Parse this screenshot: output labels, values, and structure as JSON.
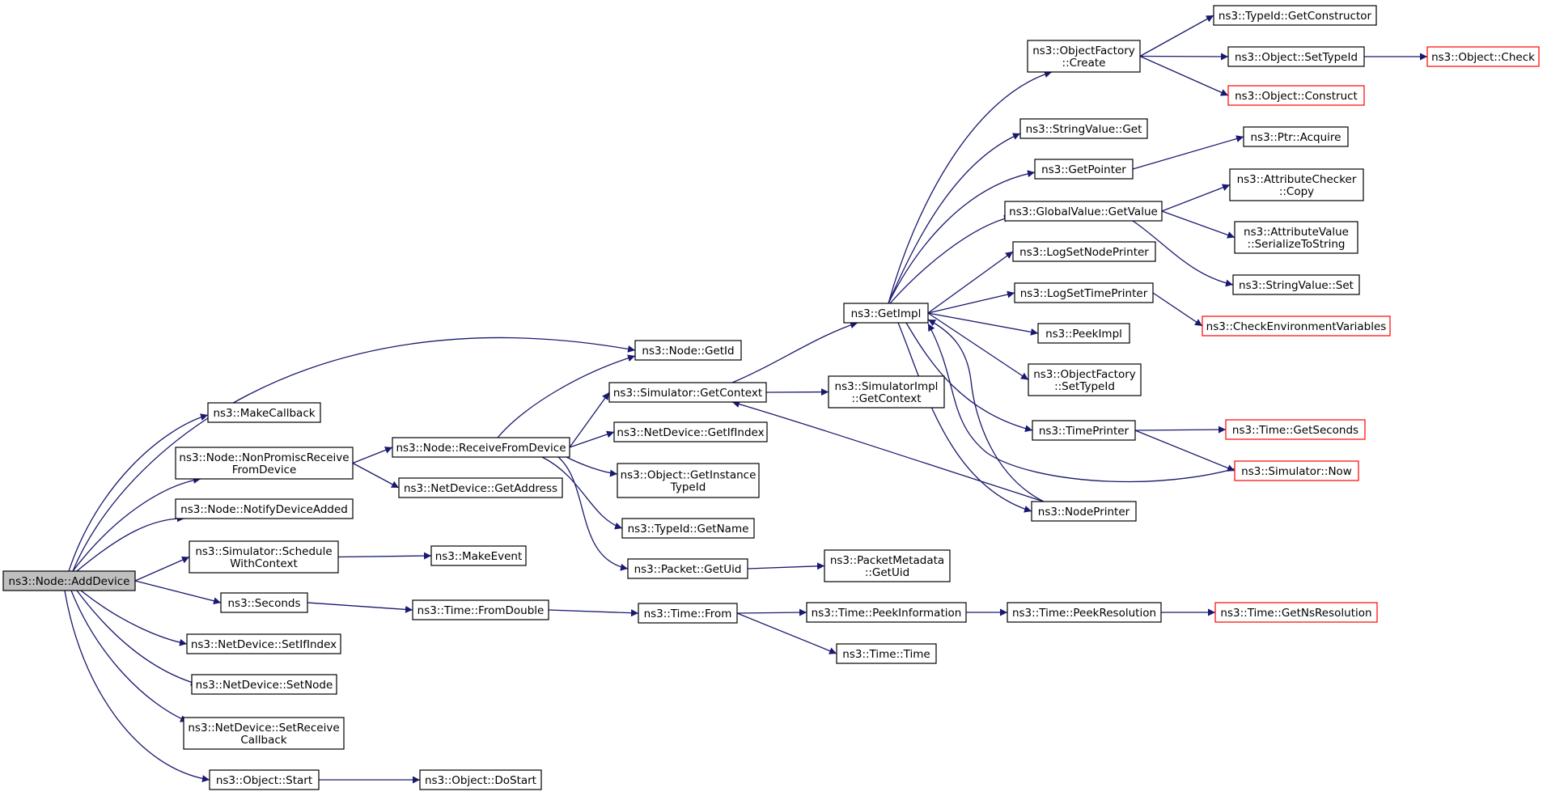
{
  "colors": {
    "edge": "#191970",
    "node_border": "#000000",
    "node_border_incomplete": "#ff0000",
    "root_fill": "#bfbfbf",
    "background": "#ffffff"
  },
  "nodes": [
    {
      "id": "n_adddevice",
      "text": "ns3::Node::AddDevice",
      "style": "root"
    },
    {
      "id": "n_getid",
      "text": "ns3::Node::GetId"
    },
    {
      "id": "n_makecallback",
      "text": "ns3::MakeCallback"
    },
    {
      "id": "n_nonpromisc",
      "text": "ns3::Node::NonPromiscReceive\nFromDevice"
    },
    {
      "id": "n_notify",
      "text": "ns3::Node::NotifyDeviceAdded"
    },
    {
      "id": "n_schedule",
      "text": "ns3::Simulator::Schedule\nWithContext"
    },
    {
      "id": "n_seconds",
      "text": "ns3::Seconds"
    },
    {
      "id": "n_setifindex",
      "text": "ns3::NetDevice::SetIfIndex"
    },
    {
      "id": "n_setnode",
      "text": "ns3::NetDevice::SetNode"
    },
    {
      "id": "n_setreceive",
      "text": "ns3::NetDevice::SetReceive\nCallback"
    },
    {
      "id": "n_objstart",
      "text": "ns3::Object::Start"
    },
    {
      "id": "n_receivefrom",
      "text": "ns3::Node::ReceiveFromDevice"
    },
    {
      "id": "n_getaddress",
      "text": "ns3::NetDevice::GetAddress"
    },
    {
      "id": "n_makeevent",
      "text": "ns3::MakeEvent"
    },
    {
      "id": "n_fromdouble",
      "text": "ns3::Time::FromDouble"
    },
    {
      "id": "n_dostart",
      "text": "ns3::Object::DoStart"
    },
    {
      "id": "n_getcontext",
      "text": "ns3::Simulator::GetContext"
    },
    {
      "id": "n_getifindex",
      "text": "ns3::NetDevice::GetIfIndex"
    },
    {
      "id": "n_getinstance",
      "text": "ns3::Object::GetInstance\nTypeId"
    },
    {
      "id": "n_getname",
      "text": "ns3::TypeId::GetName"
    },
    {
      "id": "n_getuid",
      "text": "ns3::Packet::GetUid"
    },
    {
      "id": "n_timefrom",
      "text": "ns3::Time::From"
    },
    {
      "id": "n_simimplctx",
      "text": "ns3::SimulatorImpl\n::GetContext"
    },
    {
      "id": "n_pmgetuid",
      "text": "ns3::PacketMetadata\n::GetUid"
    },
    {
      "id": "n_peekinfo",
      "text": "ns3::Time::PeekInformation"
    },
    {
      "id": "n_timetime",
      "text": "ns3::Time::Time"
    },
    {
      "id": "n_getimpl",
      "text": "ns3::GetImpl"
    },
    {
      "id": "n_ofcreate",
      "text": "ns3::ObjectFactory\n::Create"
    },
    {
      "id": "n_svget",
      "text": "ns3::StringValue::Get"
    },
    {
      "id": "n_getpointer",
      "text": "ns3::GetPointer"
    },
    {
      "id": "n_gvgetvalue",
      "text": "ns3::GlobalValue::GetValue"
    },
    {
      "id": "n_lognode",
      "text": "ns3::LogSetNodePrinter"
    },
    {
      "id": "n_logtime",
      "text": "ns3::LogSetTimePrinter"
    },
    {
      "id": "n_peekimpl",
      "text": "ns3::PeekImpl"
    },
    {
      "id": "n_ofsettypeid",
      "text": "ns3::ObjectFactory\n::SetTypeId"
    },
    {
      "id": "n_timeprinter",
      "text": "ns3::TimePrinter"
    },
    {
      "id": "n_nodeprinter",
      "text": "ns3::NodePrinter"
    },
    {
      "id": "n_peekres",
      "text": "ns3::Time::PeekResolution"
    },
    {
      "id": "n_getctor",
      "text": "ns3::TypeId::GetConstructor"
    },
    {
      "id": "n_objsettypeid",
      "text": "ns3::Object::SetTypeId"
    },
    {
      "id": "n_objconstruct",
      "text": "ns3::Object::Construct",
      "style": "incomplete"
    },
    {
      "id": "n_ptracquire",
      "text": "ns3::Ptr::Acquire"
    },
    {
      "id": "n_accopy",
      "text": "ns3::AttributeChecker\n::Copy"
    },
    {
      "id": "n_avserialize",
      "text": "ns3::AttributeValue\n::SerializeToString"
    },
    {
      "id": "n_svset",
      "text": "ns3::StringValue::Set"
    },
    {
      "id": "n_checkenv",
      "text": "ns3::CheckEnvironmentVariables",
      "style": "incomplete"
    },
    {
      "id": "n_getseconds",
      "text": "ns3::Time::GetSeconds",
      "style": "incomplete"
    },
    {
      "id": "n_simnow",
      "text": "ns3::Simulator::Now",
      "style": "incomplete"
    },
    {
      "id": "n_getnsres",
      "text": "ns3::Time::GetNsResolution",
      "style": "incomplete"
    },
    {
      "id": "n_objcheck",
      "text": "ns3::Object::Check",
      "style": "incomplete"
    }
  ],
  "edges": [
    {
      "from": "n_adddevice",
      "to": "n_getid"
    },
    {
      "from": "n_adddevice",
      "to": "n_makecallback"
    },
    {
      "from": "n_adddevice",
      "to": "n_nonpromisc"
    },
    {
      "from": "n_adddevice",
      "to": "n_notify"
    },
    {
      "from": "n_adddevice",
      "to": "n_schedule"
    },
    {
      "from": "n_adddevice",
      "to": "n_seconds"
    },
    {
      "from": "n_adddevice",
      "to": "n_setifindex"
    },
    {
      "from": "n_adddevice",
      "to": "n_setnode"
    },
    {
      "from": "n_adddevice",
      "to": "n_setreceive"
    },
    {
      "from": "n_adddevice",
      "to": "n_objstart"
    },
    {
      "from": "n_nonpromisc",
      "to": "n_receivefrom"
    },
    {
      "from": "n_nonpromisc",
      "to": "n_getaddress"
    },
    {
      "from": "n_schedule",
      "to": "n_makeevent"
    },
    {
      "from": "n_seconds",
      "to": "n_fromdouble"
    },
    {
      "from": "n_objstart",
      "to": "n_dostart"
    },
    {
      "from": "n_receivefrom",
      "to": "n_getid"
    },
    {
      "from": "n_receivefrom",
      "to": "n_getcontext"
    },
    {
      "from": "n_receivefrom",
      "to": "n_getifindex"
    },
    {
      "from": "n_receivefrom",
      "to": "n_getinstance"
    },
    {
      "from": "n_receivefrom",
      "to": "n_getname"
    },
    {
      "from": "n_receivefrom",
      "to": "n_getuid"
    },
    {
      "from": "n_fromdouble",
      "to": "n_timefrom"
    },
    {
      "from": "n_getcontext",
      "to": "n_getimpl"
    },
    {
      "from": "n_getcontext",
      "to": "n_simimplctx"
    },
    {
      "from": "n_getuid",
      "to": "n_pmgetuid"
    },
    {
      "from": "n_timefrom",
      "to": "n_peekinfo"
    },
    {
      "from": "n_timefrom",
      "to": "n_timetime"
    },
    {
      "from": "n_getimpl",
      "to": "n_ofcreate"
    },
    {
      "from": "n_getimpl",
      "to": "n_svget"
    },
    {
      "from": "n_getimpl",
      "to": "n_getpointer"
    },
    {
      "from": "n_getimpl",
      "to": "n_gvgetvalue"
    },
    {
      "from": "n_getimpl",
      "to": "n_lognode"
    },
    {
      "from": "n_getimpl",
      "to": "n_logtime"
    },
    {
      "from": "n_getimpl",
      "to": "n_peekimpl"
    },
    {
      "from": "n_getimpl",
      "to": "n_ofsettypeid"
    },
    {
      "from": "n_getimpl",
      "to": "n_timeprinter"
    },
    {
      "from": "n_getimpl",
      "to": "n_nodeprinter"
    },
    {
      "from": "n_peekinfo",
      "to": "n_peekres"
    },
    {
      "from": "n_ofcreate",
      "to": "n_getctor"
    },
    {
      "from": "n_ofcreate",
      "to": "n_objsettypeid"
    },
    {
      "from": "n_ofcreate",
      "to": "n_objconstruct"
    },
    {
      "from": "n_getpointer",
      "to": "n_ptracquire"
    },
    {
      "from": "n_gvgetvalue",
      "to": "n_accopy"
    },
    {
      "from": "n_gvgetvalue",
      "to": "n_avserialize"
    },
    {
      "from": "n_gvgetvalue",
      "to": "n_svset"
    },
    {
      "from": "n_logtime",
      "to": "n_checkenv"
    },
    {
      "from": "n_timeprinter",
      "to": "n_getseconds"
    },
    {
      "from": "n_timeprinter",
      "to": "n_simnow"
    },
    {
      "from": "n_simnow",
      "to": "n_getimpl"
    },
    {
      "from": "n_nodeprinter",
      "to": "n_getcontext"
    },
    {
      "from": "n_nodeprinter",
      "to": "n_getimpl"
    },
    {
      "from": "n_peekres",
      "to": "n_getnsres"
    },
    {
      "from": "n_objsettypeid",
      "to": "n_objcheck"
    }
  ]
}
